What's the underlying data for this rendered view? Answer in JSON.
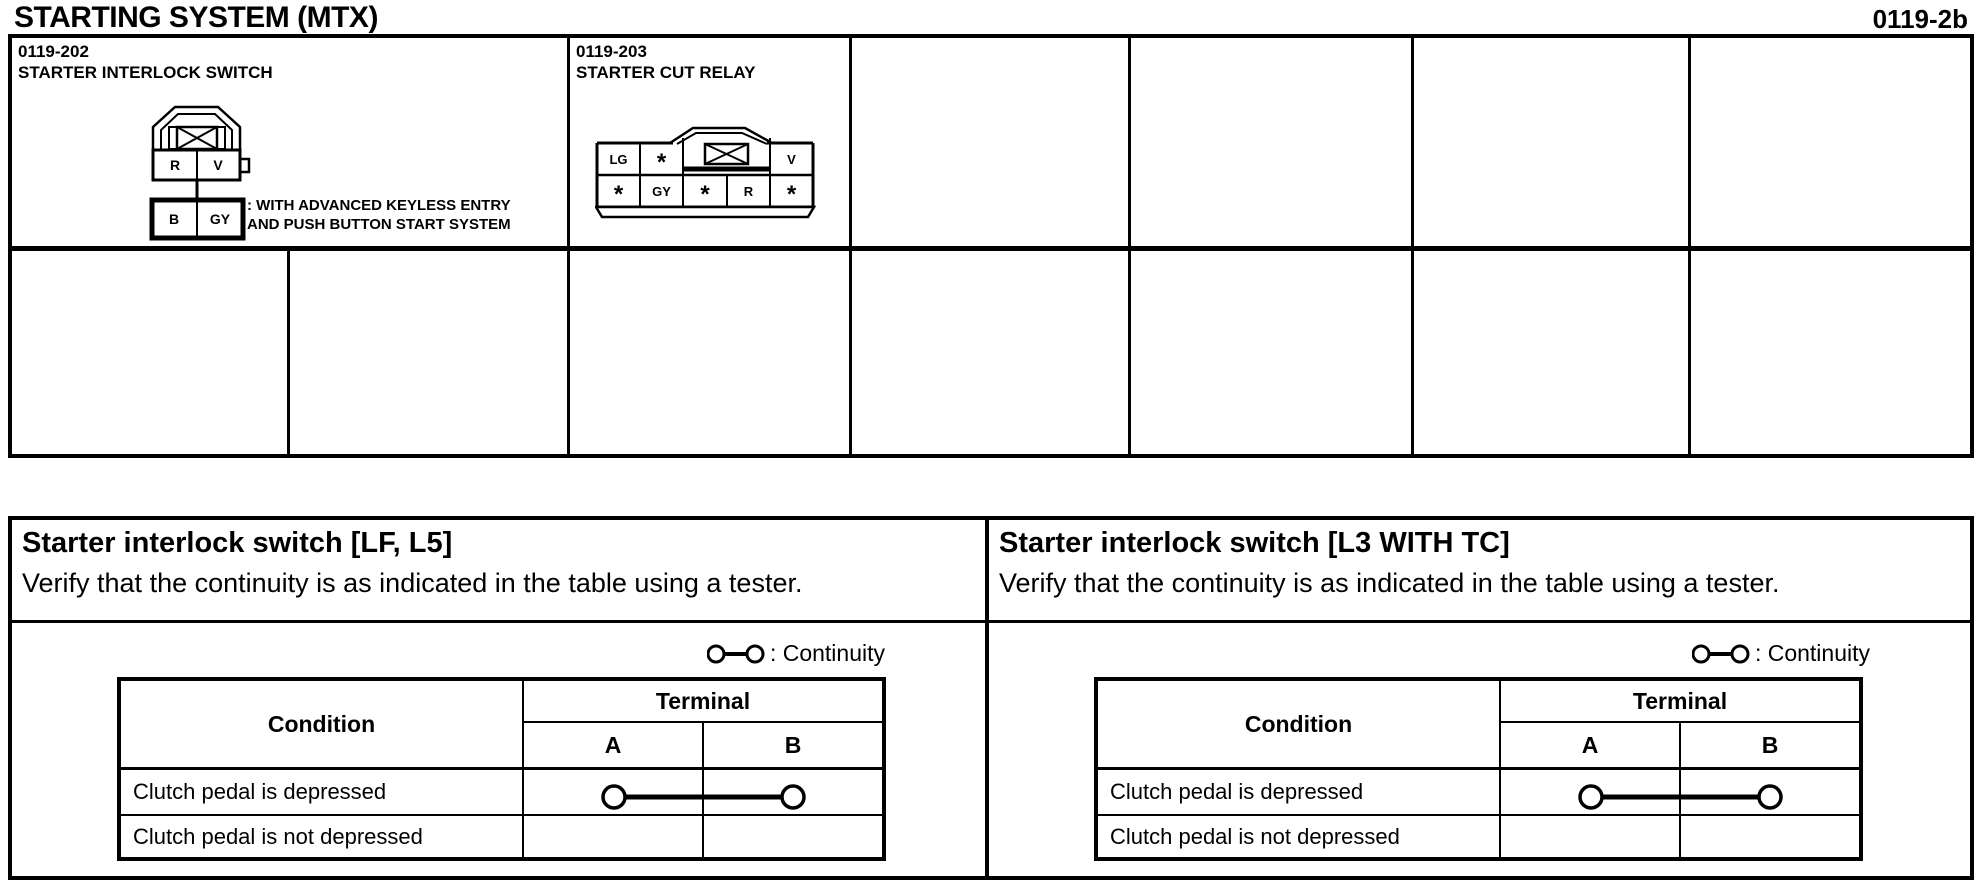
{
  "page": {
    "title": "STARTING SYSTEM (MTX)",
    "page_number": "0119-2b"
  },
  "colors": {
    "ink": "#000000",
    "paper": "#ffffff"
  },
  "connector_grid": {
    "cells": [
      {
        "id": "0119-202",
        "name": "STARTER INTERLOCK SWITCH",
        "pins_main": [
          "R",
          "V"
        ],
        "pins_sub": [
          "B",
          "GY"
        ],
        "note_line1": ": WITH ADVANCED KEYLESS ENTRY",
        "note_line2": "AND PUSH BUTTON START SYSTEM"
      },
      {
        "id": "0119-203",
        "name": "STARTER CUT RELAY",
        "pins_row1": [
          "LG",
          "*",
          "V"
        ],
        "pins_row2": [
          "*",
          "GY",
          "*",
          "R",
          "*"
        ]
      }
    ]
  },
  "panels": [
    {
      "title": "Starter interlock switch [LF, L5]",
      "instruction": "Verify that the continuity is as indicated in the table using a tester.",
      "legend_label": ": Continuity",
      "table": {
        "condition_header": "Condition",
        "terminal_header": "Terminal",
        "terminal_columns": [
          "A",
          "B"
        ],
        "rows": [
          {
            "condition": "Clutch pedal is depressed",
            "continuity": "A-B"
          },
          {
            "condition": "Clutch pedal is not depressed",
            "continuity": ""
          }
        ]
      }
    },
    {
      "title": "Starter interlock switch [L3 WITH TC]",
      "instruction": "Verify that the continuity is as indicated in the table using a tester.",
      "legend_label": ": Continuity",
      "table": {
        "condition_header": "Condition",
        "terminal_header": "Terminal",
        "terminal_columns": [
          "A",
          "B"
        ],
        "rows": [
          {
            "condition": "Clutch pedal is depressed",
            "continuity": "A-B"
          },
          {
            "condition": "Clutch pedal is not depressed",
            "continuity": ""
          }
        ]
      }
    }
  ]
}
